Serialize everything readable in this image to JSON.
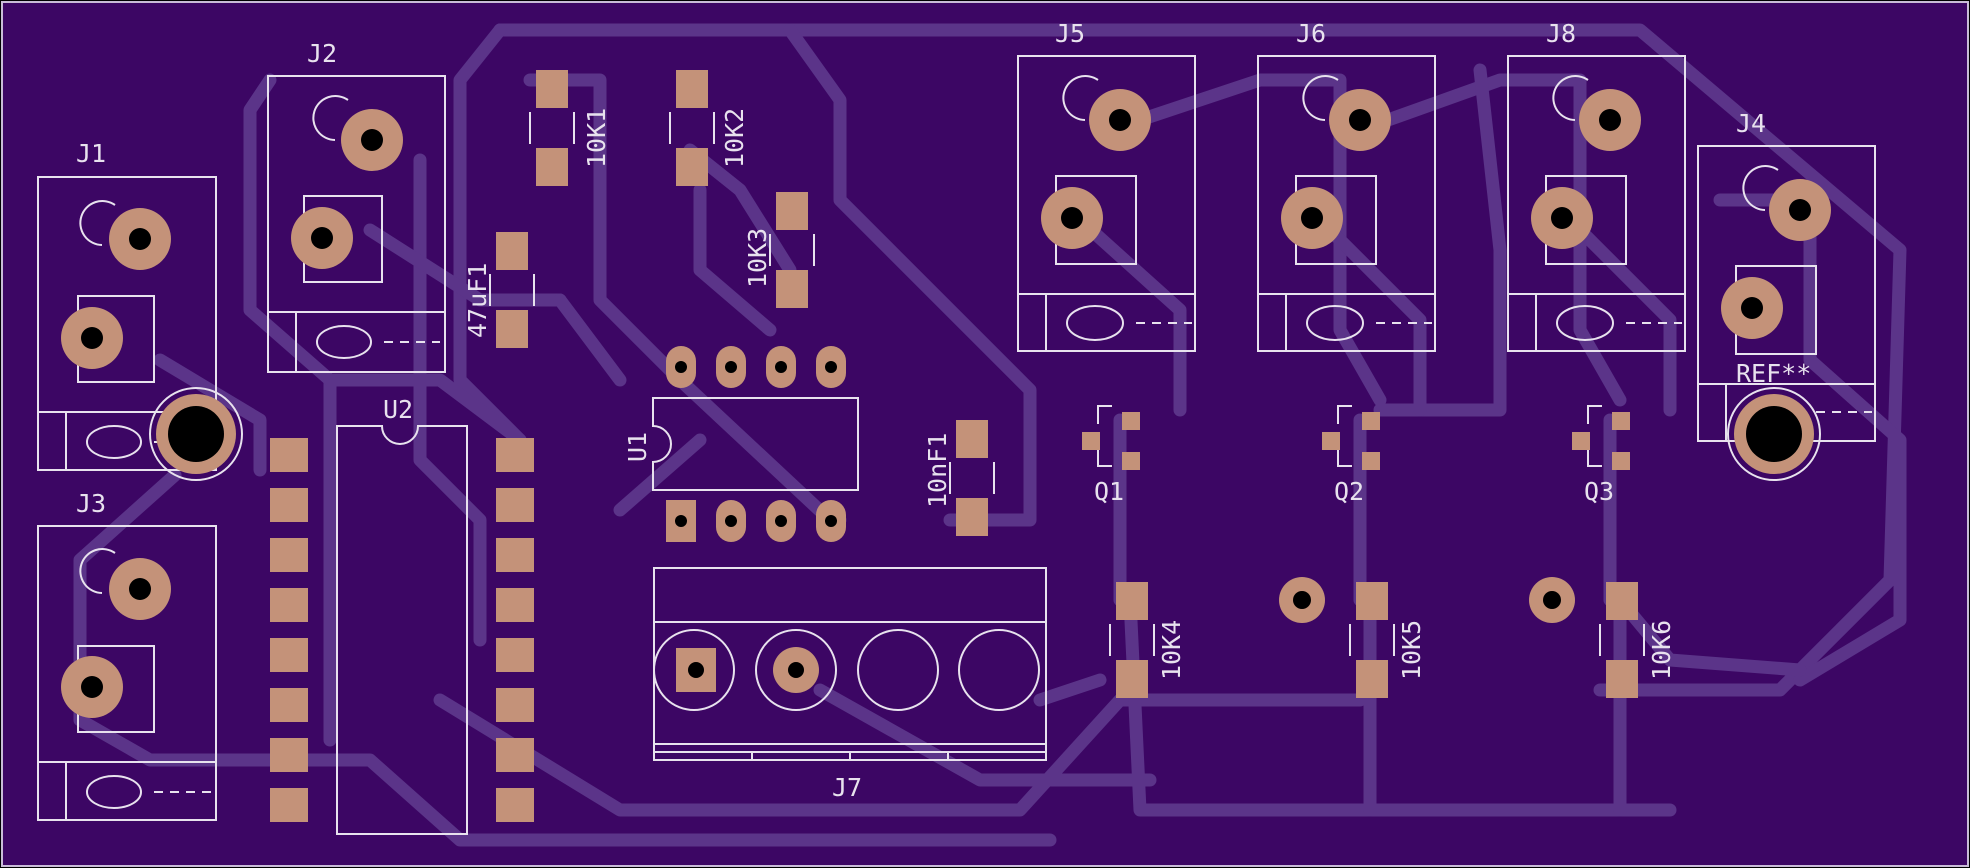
{
  "colors": {
    "background": "#000000",
    "board": "#3c0664",
    "trace": "#5b3489",
    "pad": "#c49279",
    "drill": "#000000",
    "silk": "#e8e2ee",
    "outline": "#c9bcd8"
  },
  "labels": {
    "j1": "J1",
    "j2": "J2",
    "j3": "J3",
    "j4": "J4",
    "j5": "J5",
    "j6": "J6",
    "j7": "J7",
    "j8": "J8",
    "u1": "U1",
    "u2": "U2",
    "r1": "10K1",
    "r2": "10K2",
    "r3": "10K3",
    "r4": "10K4",
    "r5": "10K5",
    "r6": "10K6",
    "c1": "47uF1",
    "c2": "10nF1",
    "q1": "Q1",
    "q2": "Q2",
    "q3": "Q3",
    "ref": "REF**"
  }
}
